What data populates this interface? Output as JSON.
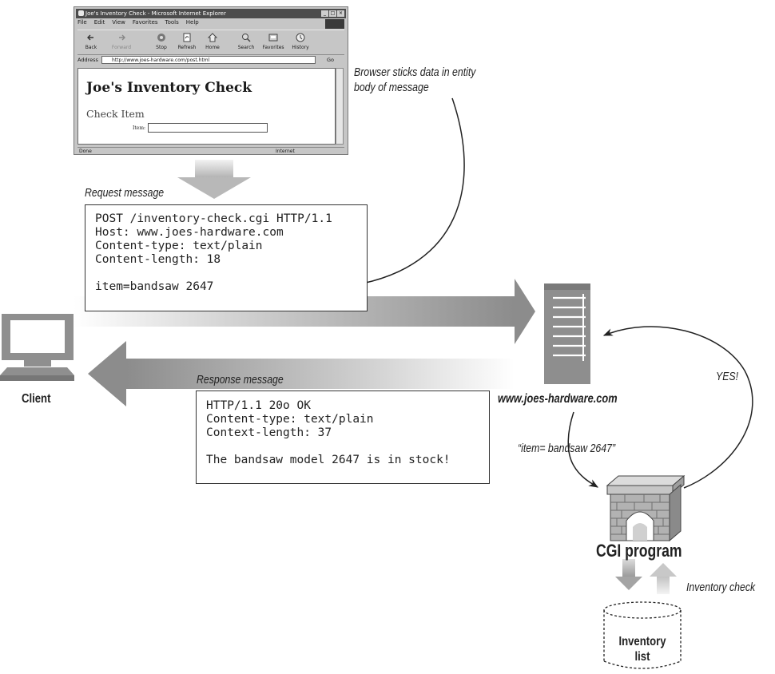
{
  "browser": {
    "title": "Joe's Inventory Check - Microsoft Internet Explorer",
    "menu": [
      "File",
      "Edit",
      "View",
      "Favorites",
      "Tools",
      "Help"
    ],
    "toolbar": [
      "Back",
      "Forward",
      "Stop",
      "Refresh",
      "Home",
      "Search",
      "Favorites",
      "History"
    ],
    "address_label": "Address",
    "address": "http://www.joes-hardware.com/post.html",
    "go": "Go",
    "page_heading": "Joe's Inventory Check",
    "page_subheading": "Check Item",
    "item_label": "Item:",
    "status_done": "Done",
    "status_zone": "Internet"
  },
  "labels": {
    "browser_note_1": "Browser sticks data in entity",
    "browser_note_2": "body of message",
    "request_message": "Request message",
    "response_message": "Response message",
    "client": "Client",
    "server": "www.joes-hardware.com",
    "item_quote": "“item= bandsaw 2647”",
    "yes": "YES!",
    "cgi_program": "CGI program",
    "inventory_check": "Inventory check",
    "inventory_list_1": "Inventory",
    "inventory_list_2": "list"
  },
  "request": {
    "lines": [
      "POST /inventory-check.cgi HTTP/1.1",
      "Host: www.joes-hardware.com",
      "Content-type: text/plain",
      "Content-length: 18",
      "",
      "item=bandsaw 2647"
    ]
  },
  "response": {
    "lines": [
      "HTTP/1.1 20o OK",
      "Content-type: text/plain",
      "Context-length: 37",
      "",
      "The bandsaw model 2647 is in stock!"
    ]
  }
}
